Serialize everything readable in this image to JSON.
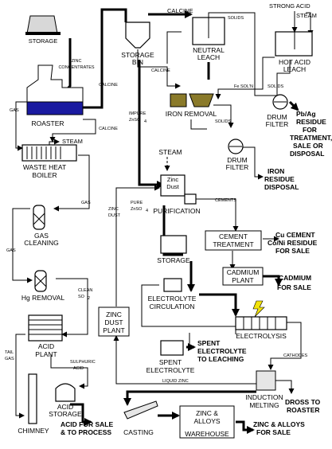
{
  "colors": {
    "line": "#000000",
    "background": "#ffffff",
    "roaster_fill": "#1a1aa0",
    "iron_removal_fill": "#8a7a2a",
    "lightning": "#f2e20a",
    "equipment_fill": "#e6e6e6"
  },
  "nodes": {
    "storage": "STORAGE",
    "roaster": "ROASTER",
    "waste_heat_boiler_1": "WASTE HEAT",
    "waste_heat_boiler_2": "BOILER",
    "gas_cleaning_1": "GAS",
    "gas_cleaning_2": "CLEANING",
    "hg_removal": "Hg REMOVAL",
    "acid_plant_1": "ACID",
    "acid_plant_2": "PLANT",
    "acid_storage_1": "ACID",
    "acid_storage_2": "STORAGE",
    "chimney": "CHIMNEY",
    "storage_bin_1": "STORAGE",
    "storage_bin_2": "BIN",
    "neutral_leach_1": "NEUTRAL",
    "neutral_leach_2": "LEACH",
    "iron_removal": "IRON REMOVAL",
    "hot_acid_leach_1": "HOT ACID",
    "hot_acid_leach_2": "LEACH",
    "drum_filter_a_1": "DRUM",
    "drum_filter_a_2": "FILTER",
    "drum_filter_b_1": "DRUM",
    "drum_filter_b_2": "FILTER",
    "zinc_dust_1": "Zinc",
    "zinc_dust_2": "Dust",
    "purification": "PURIFICATION",
    "storage_mid": "STORAGE",
    "electrolyte_circ_1": "ELECTROLYTE",
    "electrolyte_circ_2": "CIRCULATION",
    "cement_treatment_1": "CEMENT",
    "cement_treatment_2": "TREATMENT",
    "cadmium_plant_1": "CADMIUM",
    "cadmium_plant_2": "PLANT",
    "electrolysis": "ELECTROLYSIS",
    "spent_electrolyte_1": "SPENT",
    "spent_electrolyte_2": "ELECTROLYTE",
    "zinc_dust_plant_1": "ZINC",
    "zinc_dust_plant_2": "DUST",
    "zinc_dust_plant_3": "PLANT",
    "induction_melting_1": "INDUCTION",
    "induction_melting_2": "MELTING",
    "casting": "CASTING",
    "warehouse_1": "ZINC &",
    "warehouse_2": "ALLOYS",
    "warehouse_3": "WAREHOUSE"
  },
  "streams": {
    "zinc_concentrates_1": "ZINC",
    "zinc_concentrates_2": "CONCENTRATES",
    "calcine_roaster": "CALCINE",
    "calcine_bin_out": "CALCINE",
    "calcine_leach": "CALCINE",
    "calcine_boiler": "CALCINE",
    "gas_roaster": "GAS",
    "steam_boiler": "STEAM",
    "gas_boiler": "GAS",
    "gas_cleaning_in": "GAS",
    "clean_so2_1": "CLEAN",
    "clean_so2_2": "SO",
    "clean_so2_sub": "2",
    "tail_gas_1": "TAIL",
    "tail_gas_2": "GAS",
    "sulphuric_acid_1": "SULPHURIC",
    "sulphuric_acid_2": "ACID",
    "impure_znso4_1": "IMPURE",
    "impure_znso4_2": "ZnSO",
    "impure_znso4_sub": "4",
    "steam_zinc": "STEAM",
    "zinc_dust_1": "ZINC",
    "zinc_dust_2": "DUST",
    "pure_znso4_1": "PURE",
    "pure_znso4_2": "ZnSO",
    "pure_znso4_sub": "4",
    "cements": "CEMENTS",
    "solids_top": "SOLIDS",
    "solids_drum": "SOLIDS",
    "solids_hot": "SOLIDS",
    "strong_acid": "STRONG ACID",
    "steam_top": "STEAM",
    "fe_soln": "Fe SOL'N",
    "liquid_zinc": "LIQUID ZINC",
    "cathodes": "CATHODES"
  },
  "outputs": {
    "pbag_1": "Pb/Ag",
    "pbag_2": "RESIDUE",
    "pbag_3": "FOR",
    "pbag_4": "TREATMENT,",
    "pbag_5": "SALE OR",
    "pbag_6": "DISPOSAL",
    "iron_1": "IRON",
    "iron_2": "RESIDUE",
    "iron_3": "DISPOSAL",
    "cu_1": "Cu CEMENT",
    "cu_2": "Co/Ni RESIDUE",
    "cu_3": "FOR SALE",
    "cadmium_1": "CADMIUM",
    "cadmium_2": "FOR SALE",
    "spent_1": "SPENT",
    "spent_2": "ELECTROLYTE",
    "spent_3": "TO LEACHING",
    "dross_1": "DROSS TO",
    "dross_2": "ROASTER",
    "zinc_alloys_1": "ZINC & ALLOYS",
    "zinc_alloys_2": "FOR SALE",
    "acid_sale_1": "ACID FOR SALE",
    "acid_sale_2": "& TO PROCESS"
  }
}
